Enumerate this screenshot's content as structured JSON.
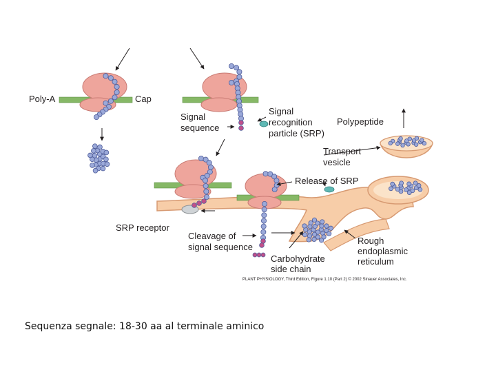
{
  "diagram": {
    "labels": {
      "poly_a": "Poly-A",
      "cap": "Cap",
      "signal_sequence": [
        "Signal",
        "sequence"
      ],
      "srp": [
        "Signal",
        "recognition",
        "particle (SRP)"
      ],
      "polypeptide": "Polypeptide",
      "transport_vesicle": [
        "Transport",
        "vesicle"
      ],
      "release_srp": "Release of SRP",
      "srp_receptor": "SRP receptor",
      "cleavage": [
        "Cleavage of",
        "signal sequence"
      ],
      "carbohydrate": [
        "Carbohydrate",
        "side chain"
      ],
      "rough_er": [
        "Rough",
        "endoplasmic",
        "reticulum"
      ]
    },
    "credit": "PLANT PHYSIOLOGY, Third Edition, Figure 1.10 (Part 2)  © 2002 Sinauer Associates, Inc.",
    "colors": {
      "ribosome": "#eea59c",
      "ribosome_stroke": "#c97b74",
      "mrna": "#86b866",
      "peptide_bead": "#9ba9d9",
      "peptide_stroke": "#4e5c99",
      "signal_bead": "#c0508a",
      "srp": "#5fb8b4",
      "er_fill": "#f7cda8",
      "er_stroke": "#d79a72"
    }
  },
  "caption": "Sequenza segnale: 18-30 aa al terminale aminico"
}
